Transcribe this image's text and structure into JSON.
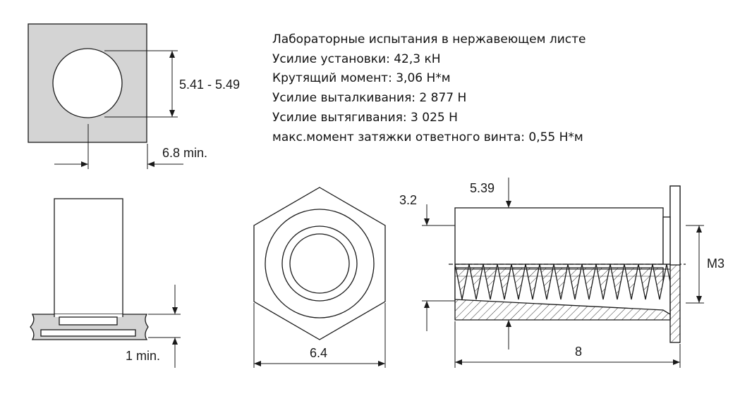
{
  "specs": {
    "lines": [
      "Лабораторные испытания в нержавеющем листе",
      "Усилие установки: 42,3 кН",
      "Крутящий момент: 3,06 Н*м",
      "Усилие выталкивания: 2 877 Н",
      "Усилие вытягивания: 3 025 Н",
      "макс.момент затяжки ответного винта: 0,55 Н*м"
    ]
  },
  "dimensions": {
    "hole_diameter": "5.41 - 5.49",
    "edge_distance": "6.8 min.",
    "sheet_thickness": "1 min.",
    "hex_width": "6.4",
    "body_diameter": "5.39",
    "shank_length": "3.2",
    "thread": "M3",
    "overall_length": "8"
  },
  "colors": {
    "sheet_fill": "#d4d4d4",
    "line": "#1a1a1a",
    "background": "#ffffff"
  }
}
